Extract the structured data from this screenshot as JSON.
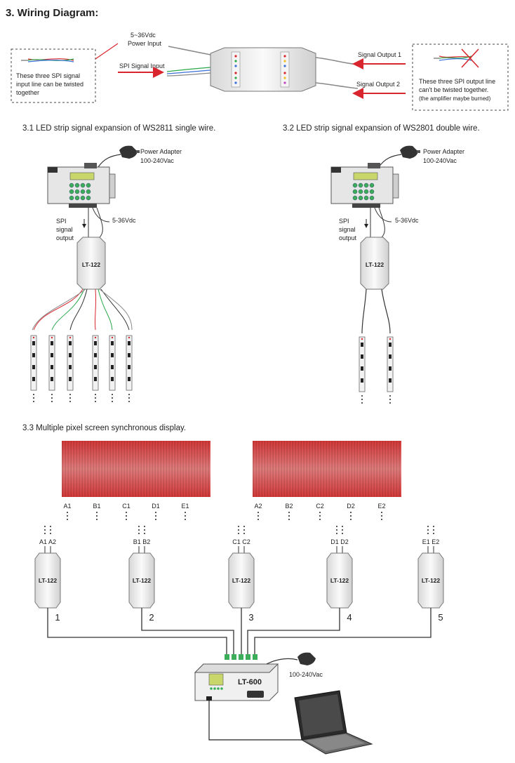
{
  "heading": "3.  Wiring Diagram:",
  "top": {
    "power_input_line1": "5~36Vdc",
    "power_input_line2": "Power Input",
    "spi_signal_input": "SPI Signal Input",
    "input_note_line1": "These three SPI signal",
    "input_note_line2": "input line can be twisted",
    "input_note_line3": "together",
    "signal_output_1": "Signal Output 1",
    "signal_output_2": "Signal Output 2",
    "output_note_line1": "These three SPI output line",
    "output_note_line2": "can't be twisted together.",
    "output_note_line3": "(the amplifier maybe burned)"
  },
  "section_31": {
    "title": "3.1 LED strip signal expansion of WS2811 single wire.",
    "power_adapter_line1": "Power Adapter",
    "power_adapter_line2": "100-240Vac",
    "spi_line1": "SPI",
    "spi_line2": "signal",
    "spi_line3": "output",
    "vdc": "5-36Vdc",
    "module": "LT-122"
  },
  "section_32": {
    "title": "3.2 LED strip signal expansion of WS2801 double wire.",
    "power_adapter_line1": "Power Adapter",
    "power_adapter_line2": "100-240Vac",
    "spi_line1": "SPI",
    "spi_line2": "signal",
    "spi_line3": "output",
    "vdc": "5-36Vdc",
    "module": "LT-122"
  },
  "section_33": {
    "title": "3.3 Multiple pixel screen synchronous display.",
    "screen1_labels": [
      "A1",
      "B1",
      "C1",
      "D1",
      "E1"
    ],
    "screen2_labels": [
      "A2",
      "B2",
      "C2",
      "D2",
      "E2"
    ],
    "amplifiers": [
      {
        "pair": "A1 A2",
        "module": "LT-122",
        "port": "1"
      },
      {
        "pair": "B1 B2",
        "module": "LT-122",
        "port": "2"
      },
      {
        "pair": "C1 C2",
        "module": "LT-122",
        "port": "3"
      },
      {
        "pair": "D1 D2",
        "module": "LT-122",
        "port": "4"
      },
      {
        "pair": "E1 E2",
        "module": "LT-122",
        "port": "5"
      }
    ],
    "controller": "LT-600",
    "controller_power": "100-240Vac"
  },
  "colors": {
    "arrow_red": "#d9262e",
    "wire_dark": "#333333",
    "module_gray": "#e8e8e8"
  }
}
